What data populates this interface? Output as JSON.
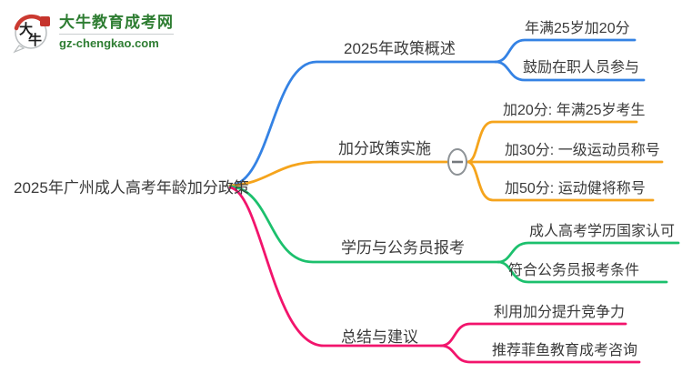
{
  "logo": {
    "title": "大牛教育成考网",
    "domain": "gz-chengkao.com",
    "icon_char_1": "大",
    "icon_char_2": "牛",
    "brand_green": "#2e7d32",
    "icon_red": "#c5342c"
  },
  "root": {
    "label": "2025年广州成人高考年龄加分政策"
  },
  "branches": [
    {
      "label": "2025年政策概述",
      "color": "#3482e4",
      "children": [
        "年满25岁加20分",
        "鼓励在职人员参与"
      ]
    },
    {
      "label": "加分政策实施",
      "color": "#f5a41c",
      "toggle": {
        "state": "expanded",
        "glyph": "minus"
      },
      "children": [
        "加20分: 年满25岁考生",
        "加30分: 一级运动员称号",
        "加50分: 运动健将称号"
      ]
    },
    {
      "label": "学历与公务员报考",
      "color": "#1cc06d",
      "children": [
        "成人高考学历国家认可",
        "符合公务员报考条件"
      ]
    },
    {
      "label": "总结与建议",
      "color": "#f2146c",
      "children": [
        "利用加分提升竞争力",
        "推荐菲鱼教育成考咨询"
      ]
    }
  ],
  "colors": {
    "text": "#3a3a3a",
    "toggle_border": "#8d9296",
    "toggle_minus": "#75797d"
  }
}
